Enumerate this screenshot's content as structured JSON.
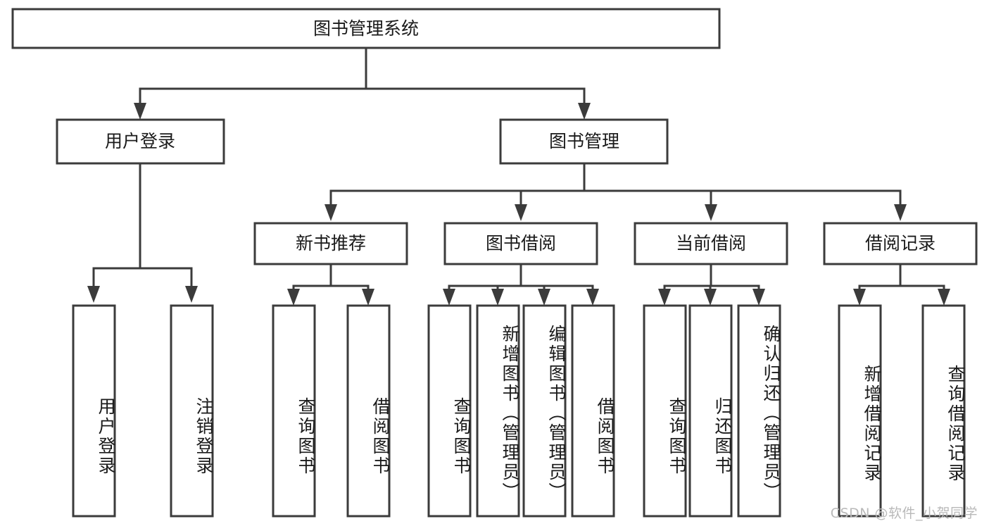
{
  "diagram": {
    "type": "tree-hierarchy",
    "title": "图书管理系统",
    "watermark": "CSDN @软件_小贺同学",
    "colors": {
      "stroke": "#3b3b3b",
      "fill": "#ffffff",
      "text": "#1a1a1a",
      "watermark": "#b9b9b9"
    },
    "root": {
      "label": "图书管理系统"
    },
    "level2": [
      {
        "label": "用户登录"
      },
      {
        "label": "图书管理"
      }
    ],
    "level3": [
      {
        "label": "新书推荐"
      },
      {
        "label": "图书借阅"
      },
      {
        "label": "当前借阅"
      },
      {
        "label": "借阅记录"
      }
    ],
    "leaves": {
      "user_login": [
        {
          "label": "用户登录"
        },
        {
          "label": "注销登录"
        }
      ],
      "new_book_recommend": [
        {
          "label": "查询图书"
        },
        {
          "label": "借阅图书"
        }
      ],
      "book_borrow": [
        {
          "label": "查询图书"
        },
        {
          "label": "新增图书（管理员）"
        },
        {
          "label": "编辑图书（管理员）"
        },
        {
          "label": "借阅图书"
        }
      ],
      "current_borrow": [
        {
          "label": "查询图书"
        },
        {
          "label": "归还图书"
        },
        {
          "label": "确认归还（管理员）"
        }
      ],
      "borrow_record": [
        {
          "label": "新增借阅记录"
        },
        {
          "label": "查询借阅记录"
        }
      ]
    }
  }
}
